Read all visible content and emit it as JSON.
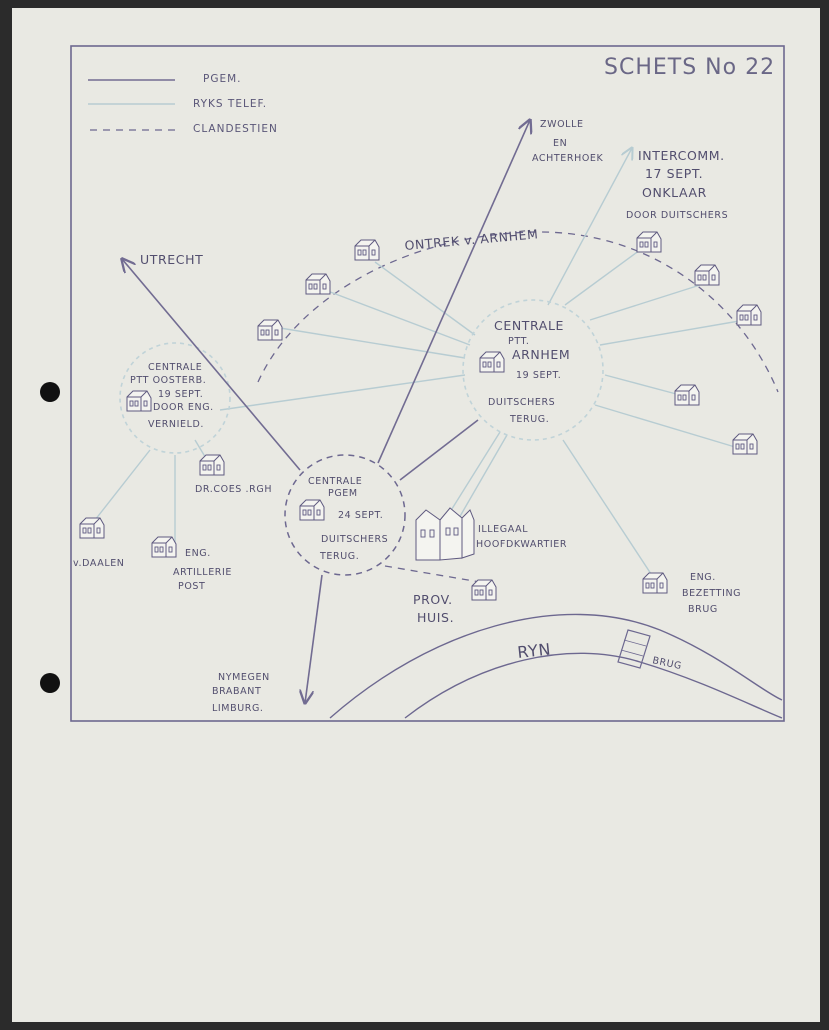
{
  "sheet": {
    "title": "SCHETS No 22"
  },
  "legend": [
    {
      "label": "PGEM."
    },
    {
      "label": "RYKS TELEF."
    },
    {
      "label": "CLANDESTIEN"
    }
  ],
  "labels": {
    "utrecht": "UTRECHT",
    "zwolle_1": "ZWOLLE",
    "zwolle_2": "EN",
    "zwolle_3": "ACHTERHOEK",
    "intercomm_1": "INTERCOMM.",
    "intercomm_2": "17 SEPT.",
    "intercomm_3": "ONKLAAR",
    "intercomm_4": "DOOR DUITSCHERS",
    "ontrek": "ONTREK v. ARNHEM",
    "arnhem_1": "CENTRALE",
    "arnhem_2": "PTT.",
    "arnhem_3": "ARNHEM",
    "arnhem_4": "19 SEPT.",
    "arnhem_5": "DUITSCHERS",
    "arnhem_6": "TERUG.",
    "oosterb_1": "CENTRALE",
    "oosterb_2": "PTT OOSTERB.",
    "oosterb_3": "19 SEPT.",
    "oosterb_4": "DOOR ENG.",
    "oosterb_5": "VERNIELD.",
    "pgem_1": "CENTRALE",
    "pgem_2": "PGEM",
    "pgem_3": "24 SEPT.",
    "pgem_4": "DUITSCHERS",
    "pgem_5": "TERUG.",
    "dr_coes": "DR.COES .RGH",
    "daalen": "v.DAALEN",
    "artillerie_1": "ENG.",
    "artillerie_2": "ARTILLERIE",
    "artillerie_3": "POST",
    "illegaal_1": "ILLEGAAL",
    "illegaal_2": "HOOFDKWARTIER",
    "prov_1": "PROV.",
    "prov_2": "HUIS.",
    "bezetting_1": "ENG.",
    "bezetting_2": "BEZETTING",
    "bezetting_3": "BRUG",
    "nymegen_1": "NYMEGEN",
    "nymegen_2": "BRABANT",
    "nymegen_3": "LIMBURG.",
    "ryn": "RYN",
    "brug": "BRUG"
  },
  "colors": {
    "pgem_line": "#726c92",
    "ryks_line": "#b7ccd2",
    "paper": "#e9e9e3"
  }
}
